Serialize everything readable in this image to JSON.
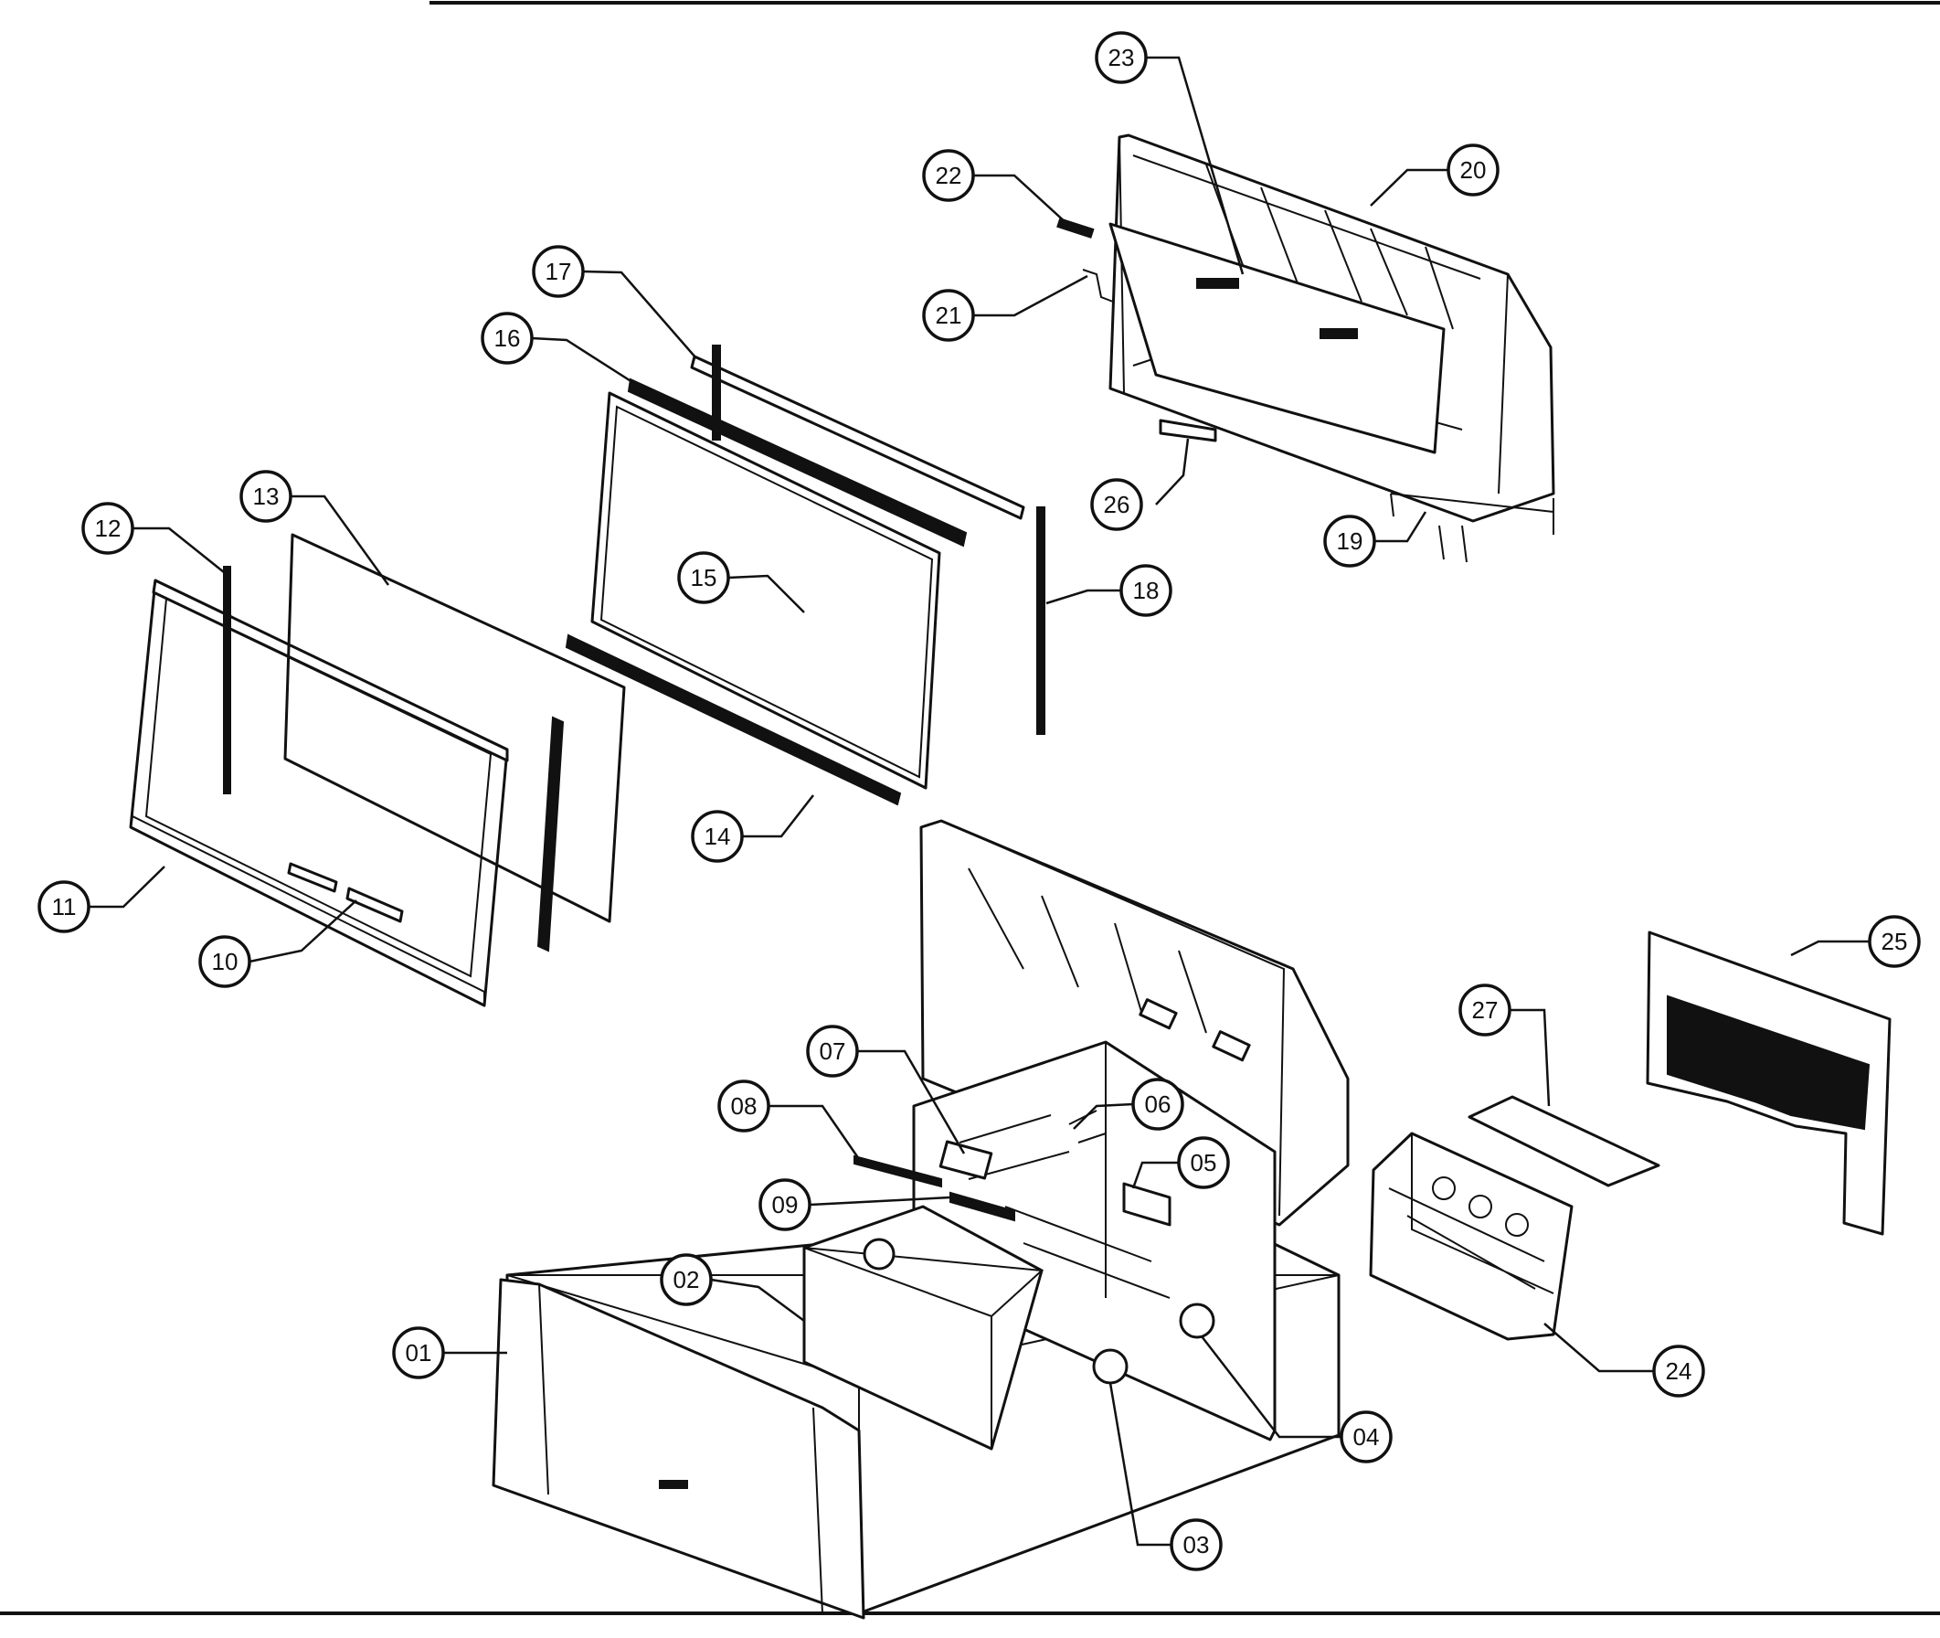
{
  "callouts": [
    {
      "id": "01",
      "label": "01"
    },
    {
      "id": "02",
      "label": "02"
    },
    {
      "id": "03",
      "label": "03"
    },
    {
      "id": "04",
      "label": "04"
    },
    {
      "id": "05",
      "label": "05"
    },
    {
      "id": "06",
      "label": "06"
    },
    {
      "id": "07",
      "label": "07"
    },
    {
      "id": "08",
      "label": "08"
    },
    {
      "id": "09",
      "label": "09"
    },
    {
      "id": "10",
      "label": "10"
    },
    {
      "id": "11",
      "label": "11"
    },
    {
      "id": "12",
      "label": "12"
    },
    {
      "id": "13",
      "label": "13"
    },
    {
      "id": "14",
      "label": "14"
    },
    {
      "id": "15",
      "label": "15"
    },
    {
      "id": "16",
      "label": "16"
    },
    {
      "id": "17",
      "label": "17"
    },
    {
      "id": "18",
      "label": "18"
    },
    {
      "id": "19",
      "label": "19"
    },
    {
      "id": "20",
      "label": "20"
    },
    {
      "id": "21",
      "label": "21"
    },
    {
      "id": "22",
      "label": "22"
    },
    {
      "id": "23",
      "label": "23"
    },
    {
      "id": "24",
      "label": "24"
    },
    {
      "id": "25",
      "label": "25"
    },
    {
      "id": "26",
      "label": "26"
    },
    {
      "id": "27",
      "label": "27"
    }
  ]
}
